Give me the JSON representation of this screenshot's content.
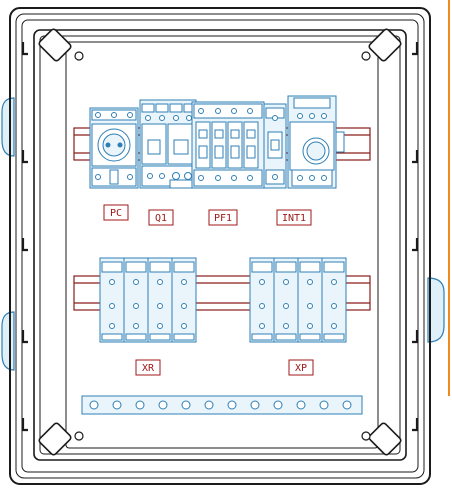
{
  "labels": {
    "pc": "PC",
    "q1": "Q1",
    "pf1": "PF1",
    "int1": "INT1",
    "xr": "XR",
    "xp": "XP"
  },
  "colors": {
    "enclosure": "#1b1b1b",
    "device": "#2f7fb6",
    "device_fill": "#e8f3fb",
    "rail": "#8a1c1c",
    "label": "#a01818",
    "accent": "#f08a1c"
  },
  "icons": [
    "screw-icon",
    "socket-icon",
    "circuit-breaker-icon",
    "surge-protector-icon",
    "switch-icon",
    "terminal-block-icon",
    "earth-bar-icon"
  ]
}
